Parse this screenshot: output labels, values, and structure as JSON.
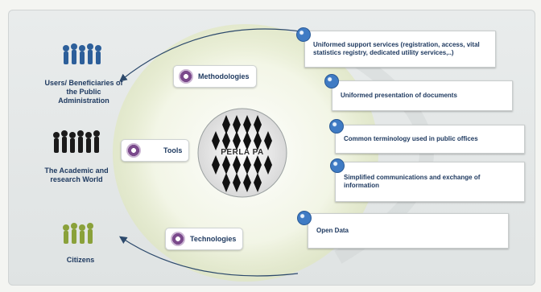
{
  "actors": [
    {
      "label": "Users/ Beneficiaries of the Public Administration",
      "color": "#2d5f9a"
    },
    {
      "label": "The Academic and research World",
      "color": "#1b1b1b"
    },
    {
      "label": "Citizens",
      "color": "#8aa13a"
    }
  ],
  "methods": [
    {
      "label": "Methodologies",
      "icon": "gear-icon"
    },
    {
      "label": "Tools",
      "icon": "gear-icon"
    },
    {
      "label": "Technologies",
      "icon": "gear-icon"
    }
  ],
  "center": {
    "label": "PERLA PA"
  },
  "services": [
    {
      "label": "Uniformed support services (registration, access, vital statistics registry, dedicated utility services,..)",
      "icon": "globe-icon"
    },
    {
      "label": "Uniformed presentation of documents",
      "icon": "globe-icon"
    },
    {
      "label": "Common terminology used in public offices",
      "icon": "globe-icon"
    },
    {
      "label": "Simplified communications and exchange of information",
      "icon": "globe-icon"
    },
    {
      "label": "Open Data",
      "icon": "globe-icon"
    }
  ],
  "colors": {
    "accent": "#1f3a60",
    "gear": "#7b4a8c",
    "globe": "#3f7bc4"
  }
}
